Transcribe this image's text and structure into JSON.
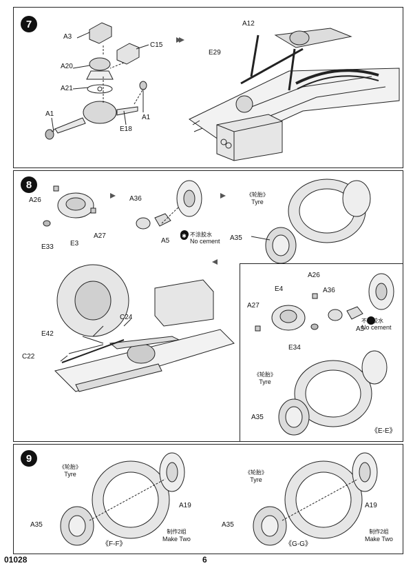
{
  "steps": [
    {
      "number": "7"
    },
    {
      "number": "8"
    },
    {
      "number": "9"
    }
  ],
  "step7": {
    "labels": [
      "A3",
      "C15",
      "A20",
      "A21",
      "A1",
      "E18",
      "A1",
      "A12",
      "E29"
    ]
  },
  "step8": {
    "labels": [
      "A26",
      "E33",
      "E3",
      "A27",
      "A36",
      "A5",
      "A35",
      "C24",
      "E42",
      "C22"
    ],
    "tyre_cn": "《轮胎》",
    "tyre_en": "Tyre",
    "no_cement_cn": "不涂胶水",
    "no_cement_en": "No cement",
    "inset": {
      "labels": [
        "E4",
        "A26",
        "A36",
        "A27",
        "E34",
        "A5",
        "A35"
      ],
      "view": "《E-E》",
      "tyre_cn": "《轮胎》",
      "tyre_en": "Tyre",
      "no_cement_cn": "不涂胶水",
      "no_cement_en": "No cement"
    }
  },
  "step9": {
    "left": {
      "tyre_cn": "《轮胎》",
      "tyre_en": "Tyre",
      "a19": "A19",
      "a35": "A35",
      "view": "《F-F》",
      "make_cn": "制作2组",
      "make_en": "Make Two"
    },
    "right": {
      "tyre_cn": "《轮胎》",
      "tyre_en": "Tyre",
      "a19": "A19",
      "a35": "A35",
      "view": "《G-G》",
      "make_cn": "制作2组",
      "make_en": "Make Two"
    }
  },
  "footer": {
    "code": "01028",
    "page": "6"
  }
}
